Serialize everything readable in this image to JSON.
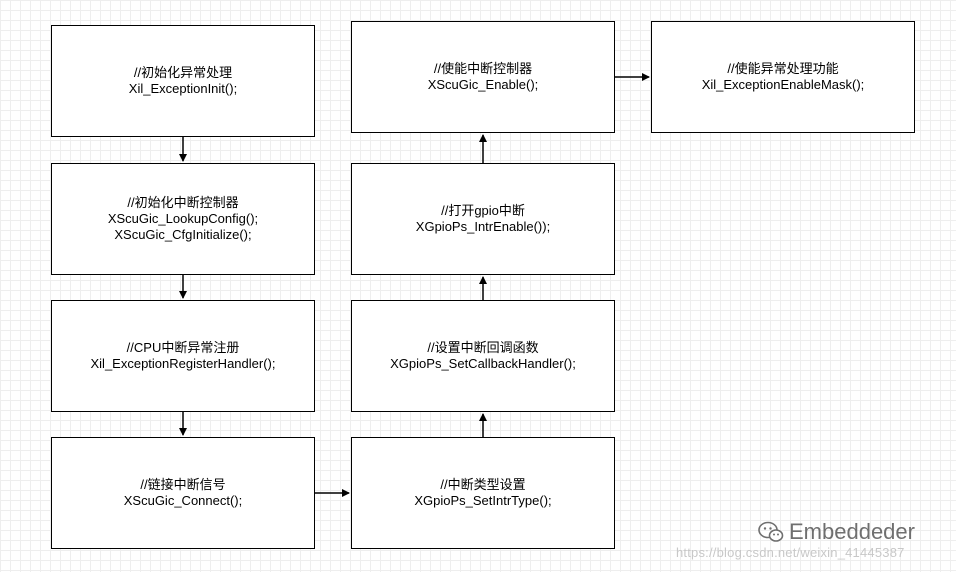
{
  "nodes": [
    {
      "id": "n1",
      "line1": "//初始化异常处理",
      "line2": "Xil_ExceptionInit();"
    },
    {
      "id": "n2",
      "line1": "//初始化中断控制器",
      "line2": "XScuGic_LookupConfig();",
      "line3": "XScuGic_CfgInitialize();"
    },
    {
      "id": "n3",
      "line1": "//CPU中断异常注册",
      "line2": "Xil_ExceptionRegisterHandler();"
    },
    {
      "id": "n4",
      "line1": "//链接中断信号",
      "line2": "XScuGic_Connect();"
    },
    {
      "id": "n5",
      "line1": "//中断类型设置",
      "line2": "XGpioPs_SetIntrType();"
    },
    {
      "id": "n6",
      "line1": "//设置中断回调函数",
      "line2": "XGpioPs_SetCallbackHandler();"
    },
    {
      "id": "n7",
      "line1": "//打开gpio中断",
      "line2": "XGpioPs_IntrEnable());"
    },
    {
      "id": "n8",
      "line1": "//使能中断控制器",
      "line2": "XScuGic_Enable();"
    },
    {
      "id": "n9",
      "line1": "//使能异常处理功能",
      "line2": "Xil_ExceptionEnableMask();"
    }
  ],
  "edges": [
    {
      "from": "n1",
      "to": "n2"
    },
    {
      "from": "n2",
      "to": "n3"
    },
    {
      "from": "n3",
      "to": "n4"
    },
    {
      "from": "n4",
      "to": "n5"
    },
    {
      "from": "n5",
      "to": "n6"
    },
    {
      "from": "n6",
      "to": "n7"
    },
    {
      "from": "n7",
      "to": "n8"
    },
    {
      "from": "n8",
      "to": "n9"
    }
  ],
  "watermark": {
    "brand": "Embeddeder",
    "url": "https://blog.csdn.net/weixin_41445387",
    "icon": "wechat-icon"
  },
  "colors": {
    "stroke": "#000000",
    "text": "#000000",
    "grid": "#eeeeee",
    "watermark": "#6f6f6f"
  }
}
